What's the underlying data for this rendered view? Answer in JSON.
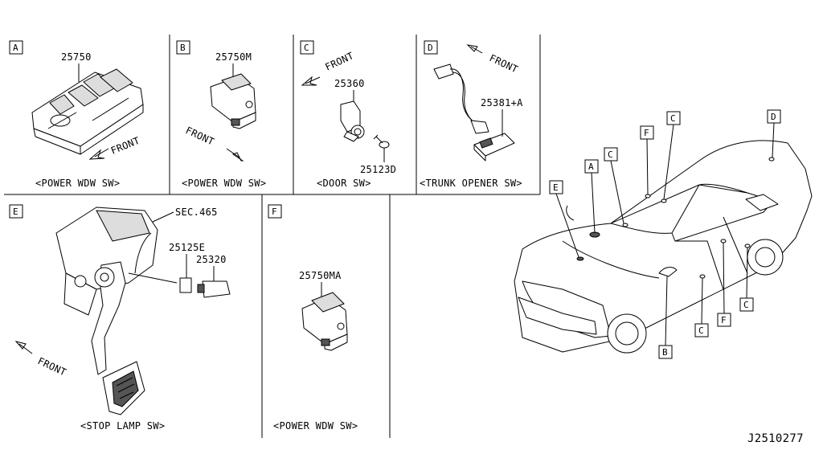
{
  "sections": {
    "A": {
      "letter": "A",
      "part": "25750",
      "caption": "<POWER WDW SW>",
      "front": "FRONT"
    },
    "B": {
      "letter": "B",
      "part": "25750M",
      "caption": "<POWER WDW SW>",
      "front": "FRONT"
    },
    "C": {
      "letter": "C",
      "part1": "25360",
      "part2": "25123D",
      "caption": "<DOOR SW>",
      "front": "FRONT"
    },
    "D": {
      "letter": "D",
      "part": "25381+A",
      "caption": "<TRUNK OPENER SW>",
      "front": "FRONT"
    },
    "E": {
      "letter": "E",
      "ref": "SEC.465",
      "part1": "25125E",
      "part2": "25320",
      "caption": "<STOP LAMP SW>",
      "front": "FRONT"
    },
    "F": {
      "letter": "F",
      "part": "25750MA",
      "caption": "<POWER WDW SW>"
    }
  },
  "car_callouts": {
    "A": "A",
    "B": "B",
    "C1": "C",
    "C2": "C",
    "C3": "C",
    "C4": "C",
    "D": "D",
    "E": "E",
    "F1": "F",
    "F2": "F"
  },
  "diagram_id": "J2510277"
}
